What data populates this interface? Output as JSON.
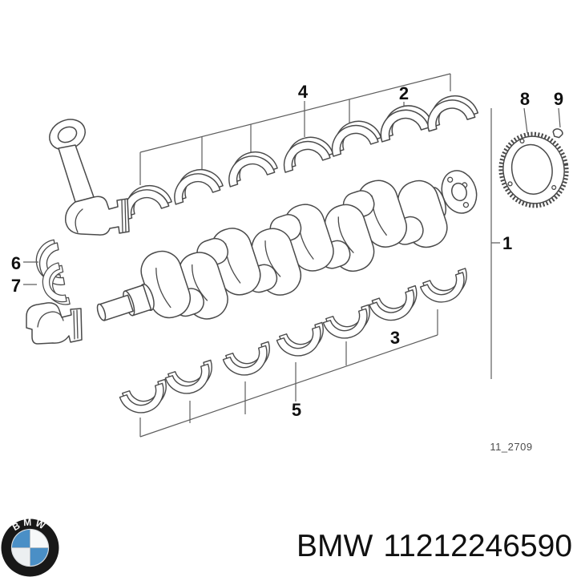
{
  "diagram": {
    "callouts": [
      "1",
      "2",
      "3",
      "4",
      "5",
      "6",
      "7",
      "8",
      "9"
    ],
    "code": "11_2709"
  },
  "footer": {
    "brand": "BMW",
    "part_number": "11212246590"
  },
  "logo": {
    "text": "BMW",
    "colors": {
      "ring": "#181818",
      "blue": "#4a8fc6",
      "white": "#f6f8f9"
    }
  },
  "colors": {
    "background": "#ffffff",
    "line_art": "#4a4a4a",
    "callout_text": "#101010",
    "code_text": "#4d4d4d"
  }
}
